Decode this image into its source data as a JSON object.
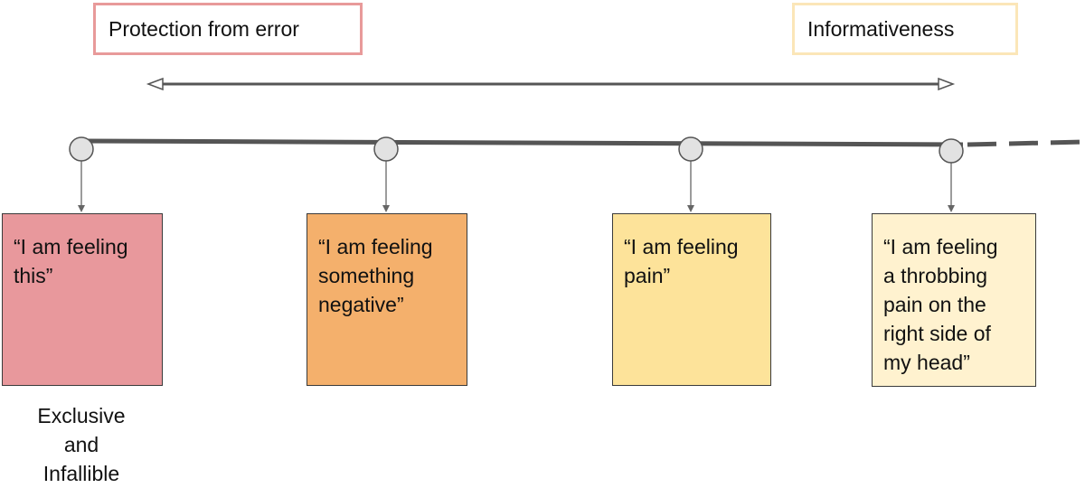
{
  "header": {
    "left_label": "Protection from error",
    "right_label": "Informativeness"
  },
  "colors": {
    "protection_border": "#e89a9a",
    "informativeness_border": "#fbe6b8",
    "line": "#555555",
    "node_fill": "#e2e2e2"
  },
  "cards": [
    {
      "text": "“I am feeling\nthis”",
      "color": "#e8989c"
    },
    {
      "text": "“I am feeling\nsomething\nnegative”",
      "color": "#f4b06c"
    },
    {
      "text": "“I am feeling\npain”",
      "color": "#fde39a"
    },
    {
      "text": "“I am feeling\na throbbing\npain on the\nright side of\nmy head”",
      "color": "#fff2cf"
    }
  ],
  "bottom_note": "Exclusive\nand\nInfallible"
}
